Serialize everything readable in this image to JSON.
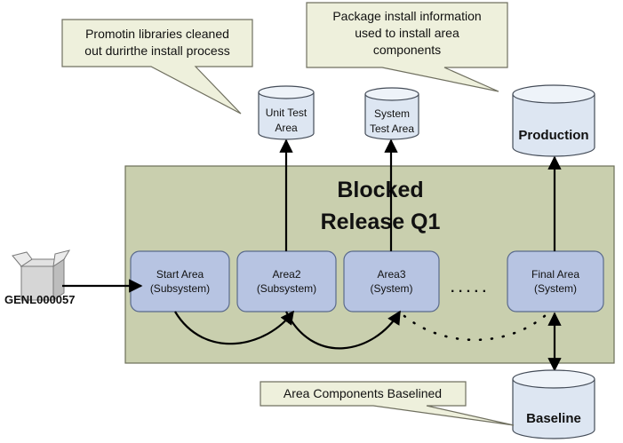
{
  "callouts": {
    "promotion": [
      "Promotin libraries cleaned",
      "out durirthe install process"
    ],
    "package": [
      "Package install information",
      "used to install area",
      "components"
    ],
    "baselined": [
      "Area Components Baselined"
    ]
  },
  "release": {
    "title_line1": "Blocked",
    "title_line2": "Release Q1"
  },
  "package_label": "GENL000057",
  "areas": [
    {
      "line1": "Start Area",
      "line2": "(Subsystem)"
    },
    {
      "line1": "Area2",
      "line2": "(Subsystem)"
    },
    {
      "line1": "Area3",
      "line2": "(System)"
    },
    {
      "line1": "Final Area",
      "line2": "(System)"
    }
  ],
  "ellipsis": ". . . . .",
  "databases": {
    "unit_test": [
      "Unit Test",
      "Area"
    ],
    "system_test": [
      "System",
      "Test Area"
    ],
    "production": [
      "Production"
    ],
    "baseline": [
      "Baseline"
    ]
  },
  "colors": {
    "release_panel": "#c9cfae",
    "area_box": "#b7c4e2",
    "callout": "#eef0dc",
    "database": "#dde6f2"
  }
}
